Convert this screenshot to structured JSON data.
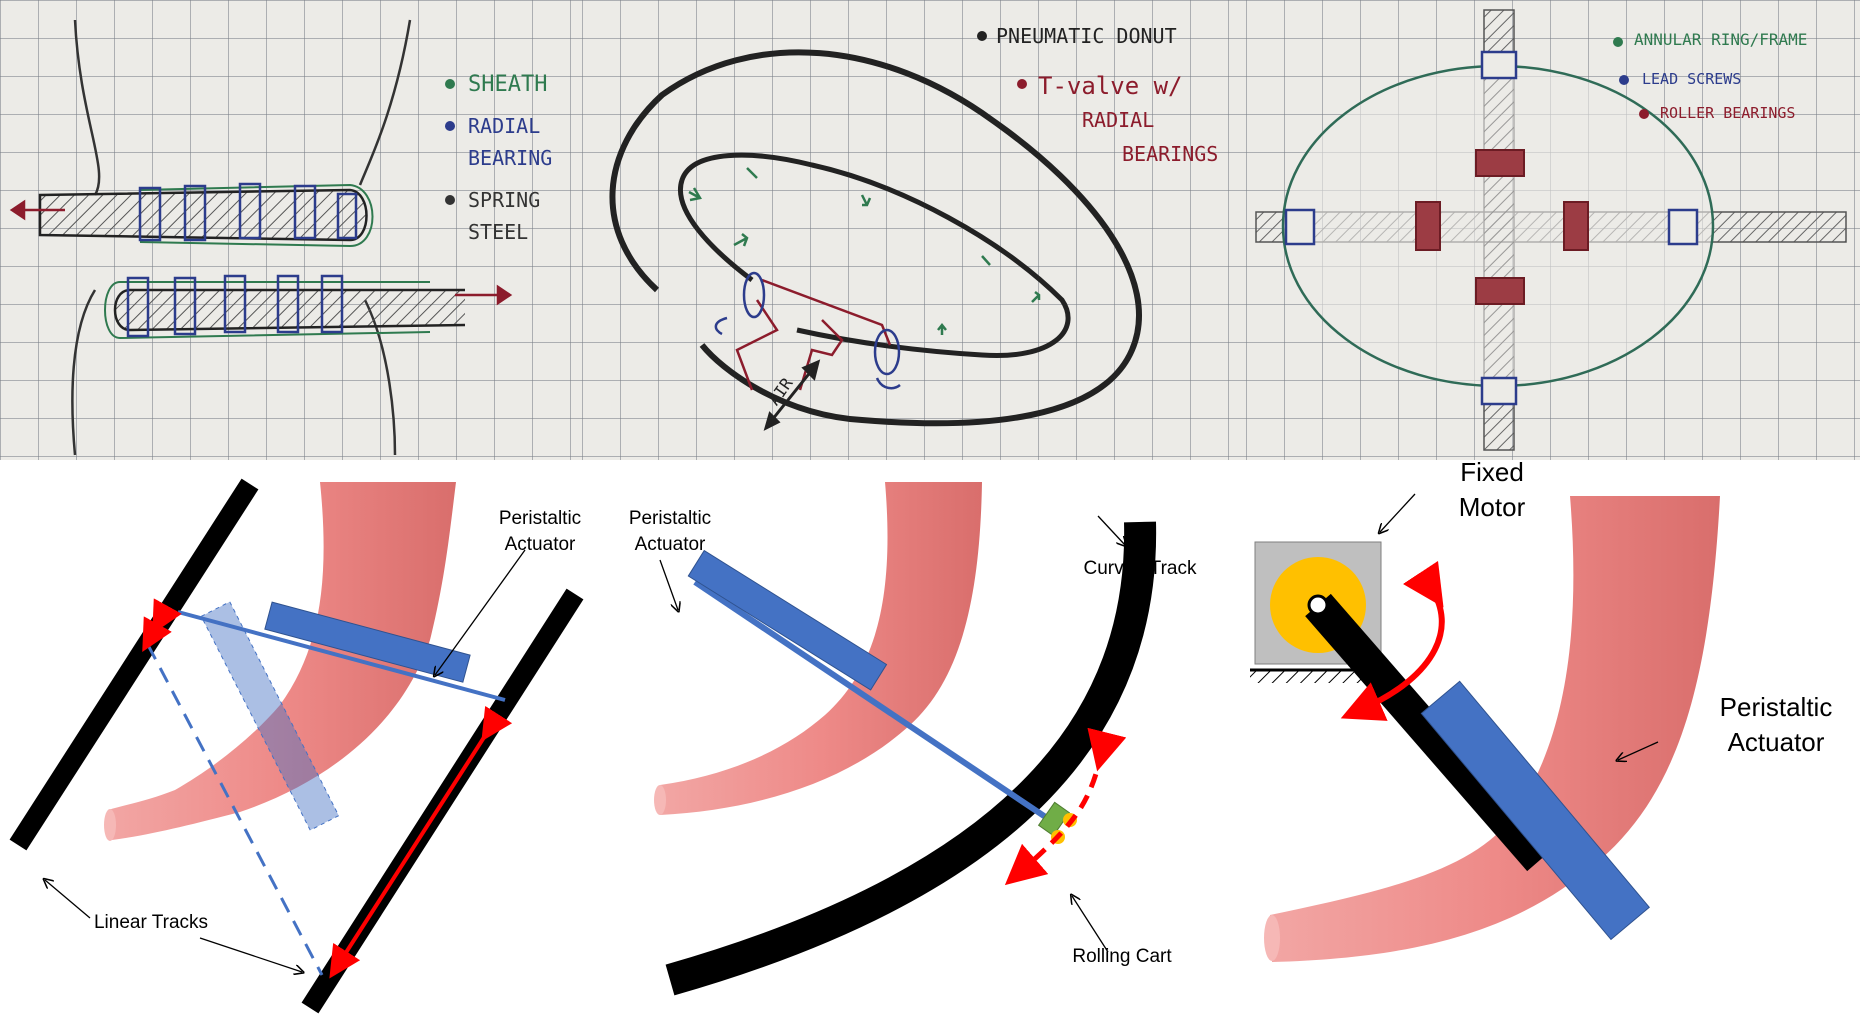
{
  "sketches": {
    "sheath": {
      "legend": [
        {
          "text": "Sheath",
          "color": "#2f7a4f"
        },
        {
          "text": "Radial",
          "color": "#2c3c8c"
        },
        {
          "text": "Bearing",
          "color": "#2c3c8c"
        },
        {
          "text": "Spring",
          "color": "#333333"
        },
        {
          "text": "Steel",
          "color": "#333333"
        }
      ]
    },
    "donut": {
      "legend": [
        {
          "text": "Pneumatic Donut",
          "color": "#222222"
        },
        {
          "text": "T-valve w/",
          "color": "#8c1c2c"
        },
        {
          "text": "Radial",
          "color": "#8c1c2c"
        },
        {
          "text": "Bearings",
          "color": "#8c1c2c"
        }
      ],
      "air_label": "AIR"
    },
    "ring": {
      "legend": [
        {
          "text": "Annular Ring/Frame",
          "color": "#2f7a4f"
        },
        {
          "text": "Lead Screws",
          "color": "#2c3c8c"
        },
        {
          "text": "Roller Bearings",
          "color": "#8c1c2c"
        }
      ]
    }
  },
  "renders": {
    "linear": {
      "actuator_label_line1": "Peristaltic",
      "actuator_label_line2": "Actuator",
      "tracks_label": "Linear Tracks"
    },
    "curved": {
      "actuator_label_line1": "Peristaltic",
      "actuator_label_line2": "Actuator",
      "track_label": "Curved Track",
      "cart_label": "Rolling Cart"
    },
    "motor": {
      "motor_label_line1": "Fixed",
      "motor_label_line2": "Motor",
      "actuator_label_line1": "Peristaltic",
      "actuator_label_line2": "Actuator"
    }
  },
  "colors": {
    "tissue": "#ee8a88",
    "actuator": "#4472c4",
    "track": "#000000",
    "arrow_red": "#ff0000",
    "cart_green": "#70ad47",
    "roller_yellow": "#ffc000",
    "motor_box": "#bfbfbf"
  }
}
